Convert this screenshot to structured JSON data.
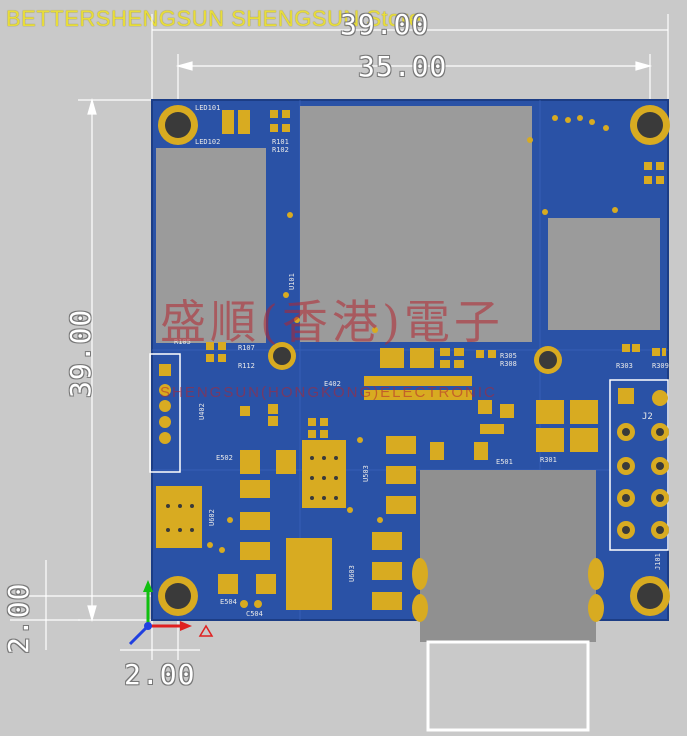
{
  "store_label": "BETTERSHENGSUN SHENGSUN Store",
  "dimensions": {
    "outer_width": "39.00",
    "inner_width": "35.00",
    "height": "39.00",
    "left_small": "2.00",
    "bottom_small": "2.00"
  },
  "watermark": {
    "chinese": "盛順(香港)電子",
    "english": "SHENGSUN(HONGKONG)ELECTRONIC"
  },
  "silkscreen": {
    "led101": "LED101",
    "led102": "LED102",
    "r101": "R101",
    "r102": "R102",
    "u101": "U101",
    "r105": "R105",
    "r107": "R107",
    "r112": "R112",
    "u402": "U402",
    "e402": "E402",
    "e502": "E502",
    "u602": "U602",
    "u603": "U603",
    "e504": "E504",
    "c504": "C504",
    "u503": "U503",
    "r303": "R303",
    "r305": "R305",
    "r309": "R309",
    "r308": "R308",
    "j2": "J2",
    "r301": "R301",
    "e501": "E501",
    "j101": "J101"
  },
  "colors": {
    "pcb": "#2a52a6",
    "copper": "#d8ab21",
    "chip": "#9b9b9b"
  }
}
